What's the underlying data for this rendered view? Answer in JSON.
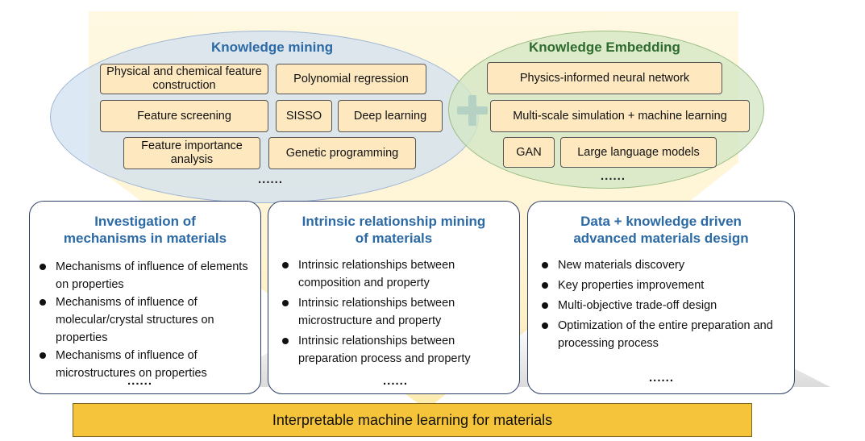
{
  "knowledge_mining": {
    "title": "Knowledge mining",
    "methods": [
      "Physical and chemical feature construction",
      "Polynomial regression",
      "Feature screening",
      "SISSO",
      "Deep learning",
      "Feature importance analysis",
      "Genetic programming"
    ],
    "more": "......"
  },
  "knowledge_embedding": {
    "title": "Knowledge Embedding",
    "methods": [
      "Physics-informed neural network",
      "Multi-scale simulation + machine learning",
      "GAN",
      "Large language models"
    ],
    "more": "......"
  },
  "panels": [
    {
      "title_lines": [
        "Investigation of",
        "mechanisms in materials"
      ],
      "bullets": [
        "Mechanisms of influence of elements on properties",
        "Mechanisms of influence of molecular/crystal structures on properties",
        "Mechanisms of influence of microstructures on properties"
      ],
      "more": "......"
    },
    {
      "title_lines": [
        "Intrinsic relationship mining",
        "of materials"
      ],
      "bullets": [
        "Intrinsic relationships between composition and property",
        "Intrinsic relationships between microstructure and property",
        "Intrinsic relationships between preparation process and property"
      ],
      "more": "......"
    },
    {
      "title_lines": [
        "Data + knowledge driven",
        "advanced materials design"
      ],
      "bullets": [
        "New materials discovery",
        "Key properties improvement",
        "Multi-objective trade-off design",
        "Optimization of the entire preparation and processing process"
      ],
      "more": "......"
    }
  ],
  "banner": "Interpretable machine learning for materials",
  "colors": {
    "title_blue": "#2c6aa6",
    "title_green": "#2e6b2e",
    "box_fill": "#fde8bf",
    "banner_fill": "#f5c43a",
    "plus_blue": "#4a86c5"
  },
  "icons": [
    "plus-icon"
  ]
}
